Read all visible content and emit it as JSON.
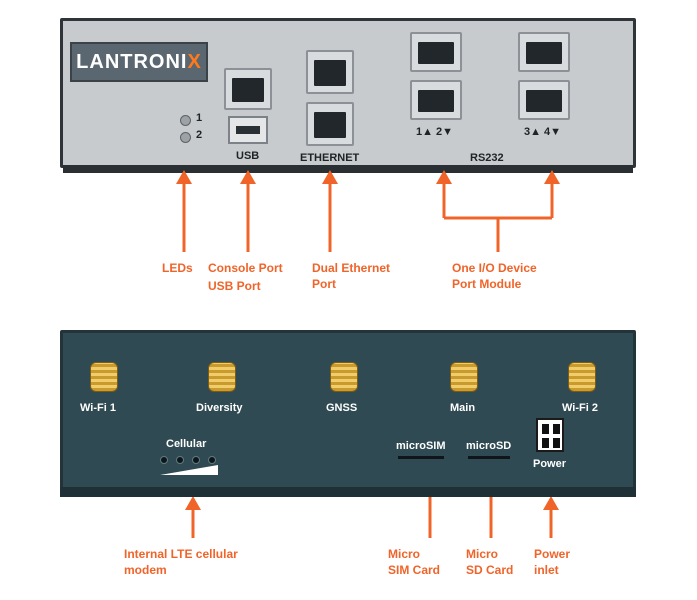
{
  "front": {
    "logo_main": "LANTRONI",
    "logo_x": "X",
    "led_labels": [
      "1",
      "2"
    ],
    "usb_label": "USB",
    "ethernet_label": "ETHERNET",
    "rs232_label": "RS232",
    "port_labels": [
      "1▲  2▼",
      "3▲  4▼"
    ]
  },
  "front_callouts": {
    "leds": "LEDs",
    "console": "Console Port",
    "usb": "USB Port",
    "ethernet_l1": "Dual Ethernet",
    "ethernet_l2": "Port",
    "io_l1": "One I/O Device",
    "io_l2": "Port Module"
  },
  "back": {
    "antennas": [
      "Wi-Fi 1",
      "Diversity",
      "GNSS",
      "Main",
      "Wi-Fi 2"
    ],
    "cellular_label": "Cellular",
    "microsim_label": "microSIM",
    "microsd_label": "microSD",
    "power_label": "Power"
  },
  "back_callouts": {
    "lte_l1": "Internal LTE cellular",
    "lte_l2": "modem",
    "sim_l1": "Micro",
    "sim_l2": "SIM Card",
    "sd_l1": "Micro",
    "sd_l2": "SD Card",
    "power_l1": "Power",
    "power_l2": "inlet"
  },
  "colors": {
    "callout": "#f0642a",
    "front_panel": "#c7cbce",
    "back_panel": "#2f4a52"
  }
}
